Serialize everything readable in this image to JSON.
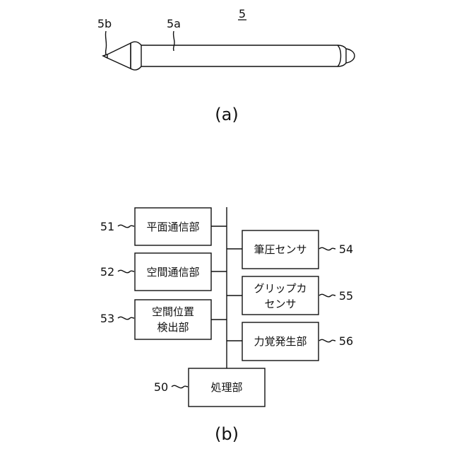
{
  "part_a": {
    "ref_label": "5",
    "labels": {
      "tip": "5b",
      "body": "5a"
    },
    "caption": "(a)"
  },
  "part_b": {
    "caption": "(b)",
    "blocks": [
      {
        "ref": "51",
        "lines": [
          "平面通信部"
        ]
      },
      {
        "ref": "52",
        "lines": [
          "空間通信部"
        ]
      },
      {
        "ref": "53",
        "lines": [
          "空間位置",
          "検出部"
        ]
      },
      {
        "ref": "54",
        "lines": [
          "筆圧センサ"
        ]
      },
      {
        "ref": "55",
        "lines": [
          "グリップカ",
          "センサ"
        ]
      },
      {
        "ref": "56",
        "lines": [
          "力覚発生部"
        ]
      },
      {
        "ref": "50",
        "lines": [
          "処理部"
        ]
      }
    ]
  }
}
